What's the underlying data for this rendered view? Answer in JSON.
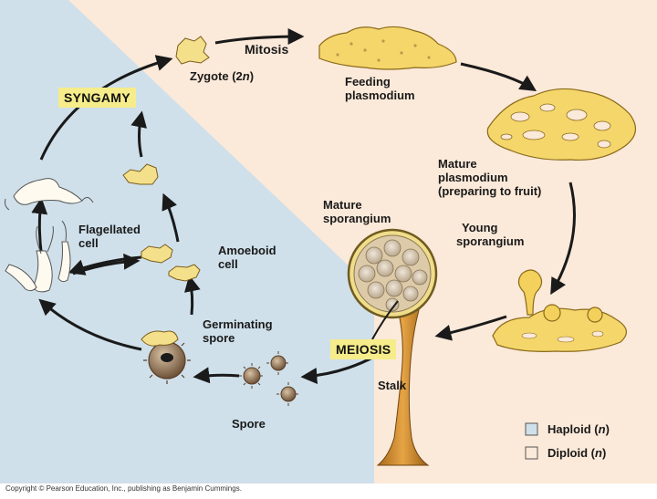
{
  "labels": {
    "mitosis": "Mitosis",
    "zygote_prefix": "Zygote (2",
    "zygote_n": "n",
    "zygote_suffix": ")",
    "feeding_1": "Feeding",
    "feeding_2": "plasmodium",
    "mature_plas_1": "Mature",
    "mature_plas_2": "plasmodium",
    "mature_plas_3": "(preparing to fruit)",
    "young_1": "Young",
    "young_2": "sporangium",
    "mature_spor_1": "Mature",
    "mature_spor_2": "sporangium",
    "stalk": "Stalk",
    "spore": "Spore",
    "germinating_1": "Germinating",
    "germinating_2": "spore",
    "amoeboid_1": "Amoeboid",
    "amoeboid_2": "cell",
    "flagellated_1": "Flagellated",
    "flagellated_2": "cell"
  },
  "stages": {
    "syngamy": "SYNGAMY",
    "meiosis": "MEIOSIS"
  },
  "legend": {
    "haploid_label": "Haploid (",
    "haploid_n": "n",
    "haploid_close": ")",
    "diploid_label": "Diploid (",
    "diploid_n": "n",
    "diploid_close": ")",
    "haploid_color": "#cfe0ea",
    "diploid_color": "#fbe9d9"
  },
  "copyright": "Copyright © Pearson Education, Inc., publishing as Benjamin Cummings."
}
